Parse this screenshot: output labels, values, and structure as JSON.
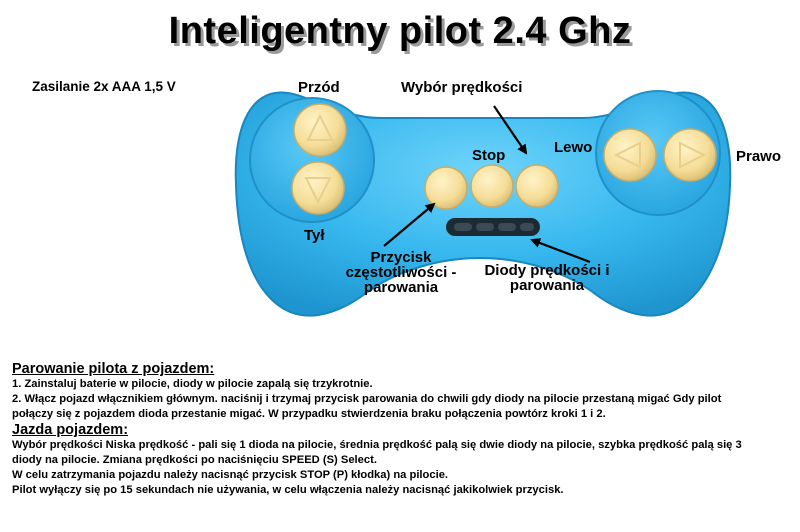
{
  "title": "Inteligentny pilot 2.4 Ghz",
  "power": "Zasilanie 2x AAA 1,5 V",
  "labels": {
    "forward": "Przód",
    "back": "Tył",
    "speed_select": "Wybór prędkości",
    "stop": "Stop",
    "left": "Lewo",
    "right": "Prawo",
    "freq_button": "Przycisk\nczęstotliwości -\nparowania",
    "diodes": "Diody prędkości i\nparowania"
  },
  "instructions": {
    "pairing_title": "Parowanie pilota z pojazdem:",
    "pairing_1": "1. Zainstaluj baterie w pilocie, diody w pilocie zapalą się trzykrotnie.",
    "pairing_2a": "2. Włącz pojazd włącznikiem głównym.  naciśnij i trzymaj przycisk parowania do chwili gdy diody na pilocie przestaną migać Gdy pilot",
    "pairing_2b": "połączy się z pojazdem dioda  przestanie migać. W przypadku stwierdzenia braku połączenia powtórz kroki 1 i 2.",
    "driving_title": "Jazda pojazdem:",
    "driving_1a": "Wybór prędkości Niska prędkość - pali się 1 dioda na pilocie, średnia prędkość palą się dwie diody na pilocie, szybka prędkość palą się 3",
    "driving_1b": "diody na pilocie. Zmiana prędkości po naciśnięciu SPEED (S) Select.",
    "driving_2": "W celu zatrzymania pojazdu należy nacisnąć przycisk STOP (P) kłodka) na pilocie.",
    "driving_3": "Pilot wyłączy się po 15 sekundach nie używania, w celu włączenia należy  nacisnąć jakikolwiek przycisk."
  },
  "colors": {
    "body_blue": "#33b4ec",
    "button_yellow": "#f7e2a0",
    "led_dark": "#1c2a33"
  }
}
